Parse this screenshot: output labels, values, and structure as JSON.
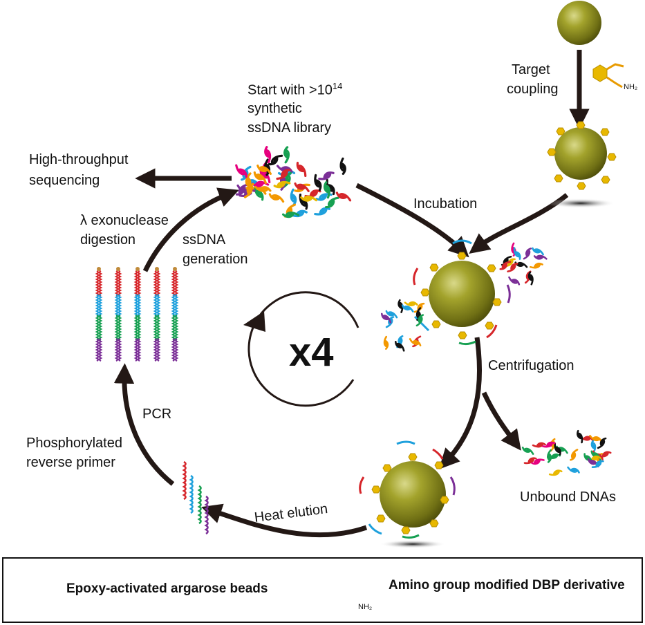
{
  "labels": {
    "start_line1_prefix": "Start with >10",
    "start_line1_exp": "14",
    "start_line2": "synthetic",
    "start_line3": "ssDNA library",
    "high_throughput_1": "High-throughput",
    "high_throughput_2": "sequencing",
    "lambda_1": "λ exonuclease",
    "lambda_2": "digestion",
    "ssdna_gen_1": "ssDNA",
    "ssdna_gen_2": "generation",
    "target_1": "Target",
    "target_2": "coupling",
    "nh2_top": "NH₂",
    "incubation": "Incubation",
    "centrifugation": "Centrifugation",
    "unbound": "Unbound DNAs",
    "heat_elution": "Heat elution",
    "pcr": "PCR",
    "phospho_1": "Phosphorylated",
    "phospho_2": "reverse primer",
    "cycles": "x4"
  },
  "legend": {
    "beads": "Epoxy-activated argarose beads",
    "dbp": "Amino group modified DBP derivative",
    "nh2": "NH₂"
  },
  "colors": {
    "bead": "#8f8f1e",
    "ligand": "#e8b800",
    "arrow": "#231815",
    "strand_red": "#d6262b",
    "strand_blue": "#1ea0dc",
    "strand_green": "#17a052",
    "strand_purple": "#7b2f97"
  }
}
